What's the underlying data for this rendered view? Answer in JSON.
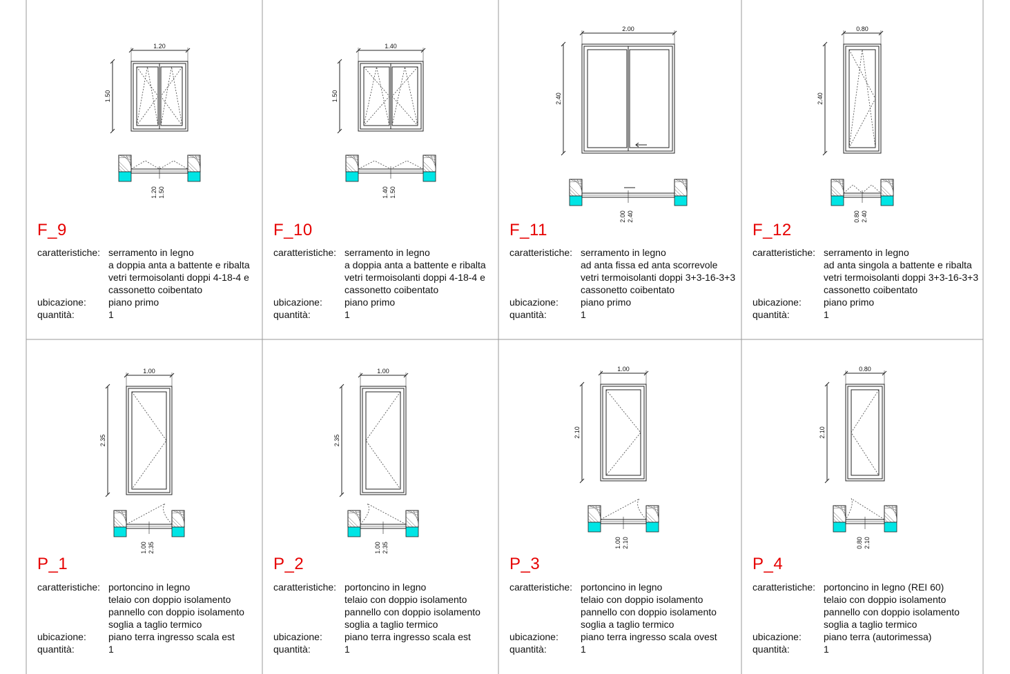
{
  "labels": {
    "features": "caratteristiche:",
    "location": "ubicazione:",
    "quantity": "quantità:"
  },
  "items": [
    {
      "code": "F_9",
      "kind": "double",
      "width": "1.20",
      "height": "1.50",
      "features": [
        "serramento in legno",
        "a doppia anta a battente e ribalta",
        "vetri termoisolanti doppi 4-18-4 e",
        "cassonetto coibentato"
      ],
      "location": "piano primo",
      "quantity": "1"
    },
    {
      "code": "F_10",
      "kind": "double",
      "width": "1.40",
      "height": "1.50",
      "features": [
        "serramento in legno",
        "a doppia anta a battente e ribalta",
        "vetri termoisolanti doppi 4-18-4 e",
        "cassonetto coibentato"
      ],
      "location": "piano primo",
      "quantity": "1"
    },
    {
      "code": "F_11",
      "kind": "slide",
      "width": "2.00",
      "height": "2.40",
      "features": [
        "serramento in legno",
        "ad anta fissa ed anta scorrevole",
        "vetri termoisolanti doppi 3+3-16-3+3",
        "cassonetto coibentato"
      ],
      "location": "piano primo",
      "quantity": "1"
    },
    {
      "code": "F_12",
      "kind": "single",
      "width": "0.80",
      "height": "2.40",
      "features": [
        "serramento in legno",
        "ad anta singola a battente e ribalta",
        "vetri termoisolanti doppi 3+3-16-3+3",
        "cassonetto coibentato"
      ],
      "location": "piano primo",
      "quantity": "1"
    },
    {
      "code": "P_1",
      "kind": "door-right",
      "width": "1.00",
      "height": "2.35",
      "features": [
        "portoncino in legno",
        "telaio con doppio isolamento",
        "pannello con doppio isolamento",
        "soglia a taglio termico"
      ],
      "location": "piano terra ingresso scala est",
      "quantity": "1"
    },
    {
      "code": "P_2",
      "kind": "door-left",
      "width": "1.00",
      "height": "2.35",
      "features": [
        "portoncino in legno",
        "telaio con doppio isolamento",
        "pannello con doppio isolamento",
        "soglia a taglio termico"
      ],
      "location": "piano terra ingresso scala est",
      "quantity": "1"
    },
    {
      "code": "P_3",
      "kind": "door-right",
      "width": "1.00",
      "height": "2.10",
      "features": [
        "portoncino in legno",
        "telaio con doppio isolamento",
        "pannello con doppio isolamento",
        "soglia a taglio termico"
      ],
      "location": "piano terra ingresso scala ovest",
      "quantity": "1"
    },
    {
      "code": "P_4",
      "kind": "door-left",
      "width": "0.80",
      "height": "2.10",
      "features": [
        "portoncino in legno (REI 60)",
        "telaio con doppio isolamento",
        "pannello con doppio isolamento",
        "soglia a taglio termico"
      ],
      "location": "piano terra (autorimessa)",
      "quantity": "1"
    }
  ]
}
